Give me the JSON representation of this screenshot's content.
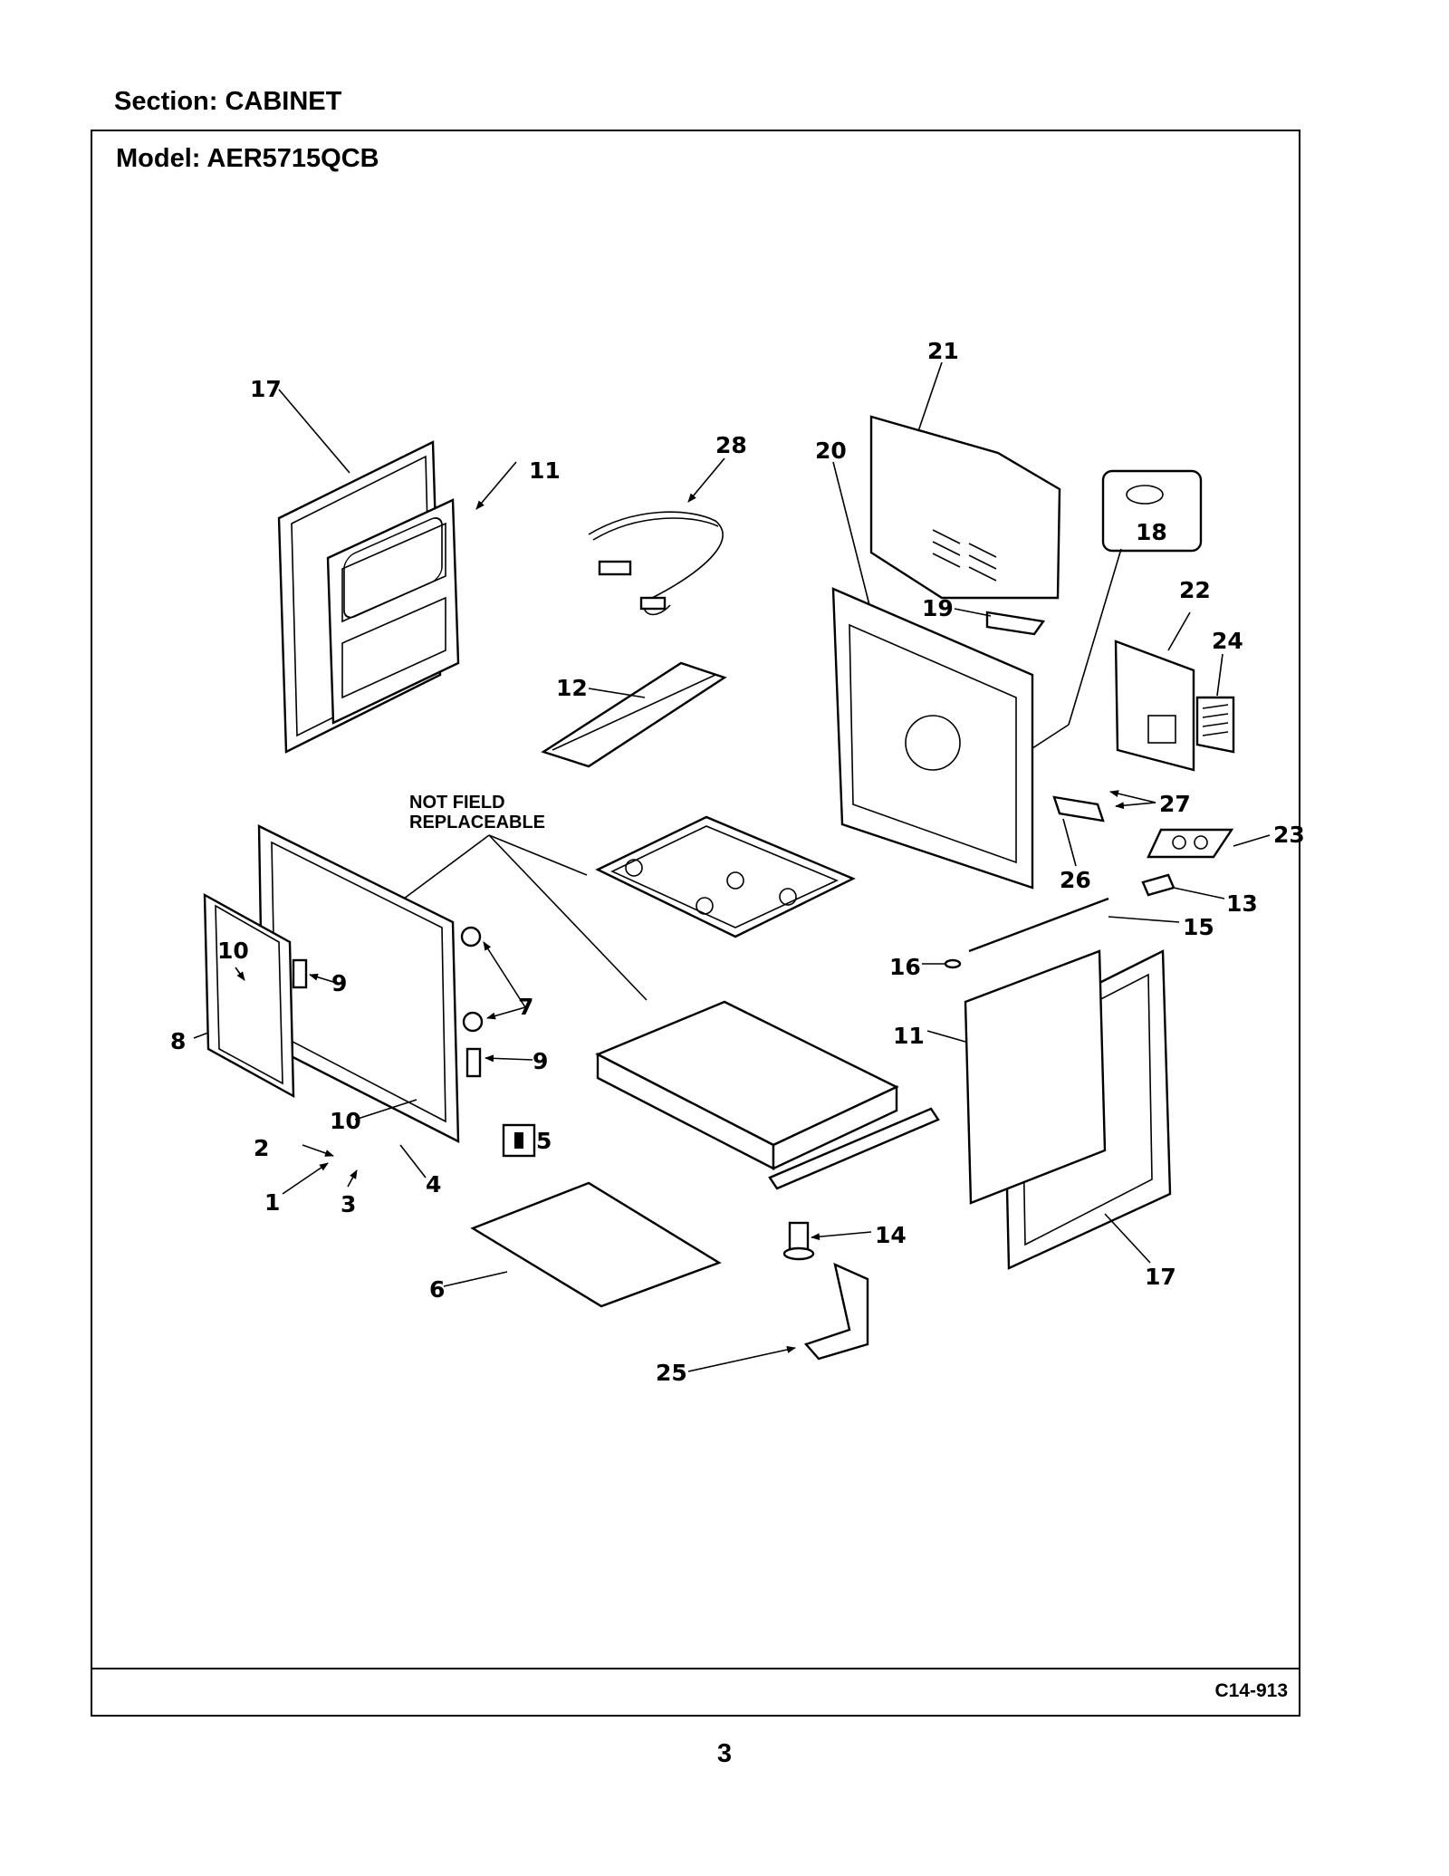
{
  "header": {
    "section": "Section:  CABINET"
  },
  "frame": {
    "model": "Model:  AER5715QCB"
  },
  "footer": {
    "code": "C14-913",
    "page": "3"
  },
  "note": {
    "line1": "NOT FIELD",
    "line2": "REPLACEABLE"
  },
  "callouts": [
    "1",
    "2",
    "3",
    "4",
    "5",
    "6",
    "7",
    "8",
    "9",
    "9",
    "10",
    "10",
    "11",
    "11",
    "12",
    "13",
    "14",
    "15",
    "16",
    "17",
    "17",
    "18",
    "19",
    "20",
    "21",
    "22",
    "23",
    "24",
    "25",
    "26",
    "27",
    "28"
  ]
}
